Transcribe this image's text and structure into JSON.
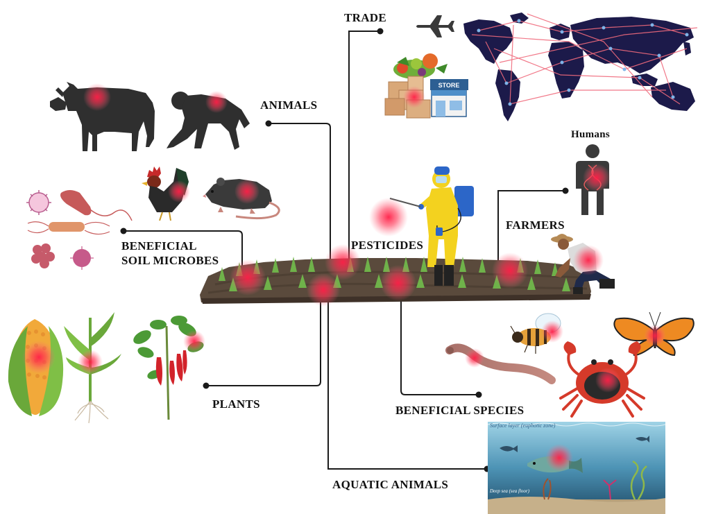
{
  "labels": {
    "trade": "TRADE",
    "animals": "ANIMALS",
    "humans": "Humans",
    "farmers": "FARMERS",
    "pesticides": "PESTICIDES",
    "soil_microbes_line1": "BENEFICIAL",
    "soil_microbes_line2": "SOIL MICROBES",
    "plants": "PLANTS",
    "beneficial_species": "BENEFICIAL SPECIES",
    "aquatic_animals": "AQUATIC ANIMALS",
    "store_sign": "STORE",
    "ocean_surface": "Surface layer (euphotic zone)",
    "ocean_floor": "Deep sea (sea floor)"
  },
  "colors": {
    "contamination_glow": "#ff2a4a",
    "soil": "#5a4a3c",
    "silhouette": "#2f2f2f",
    "map_land": "#1c1a4a",
    "trade_routes": "#f06a7c",
    "suit_yellow": "#f3d21f",
    "ocean": "#5ba7c6",
    "connector_line": "#1a1a1a"
  },
  "icons": [
    "airplane-icon",
    "world-map-icon",
    "produce-boxes-icon",
    "store-icon",
    "cow-icon",
    "monkey-icon",
    "rooster-icon",
    "rat-icon",
    "virus-icon",
    "bacteria-icon",
    "human-dna-icon",
    "sprayer-person-icon",
    "farmer-icon",
    "corn-icon",
    "seedling-icon",
    "pepper-plant-icon",
    "bee-icon",
    "butterfly-icon",
    "earthworm-icon",
    "crab-icon",
    "fish-icon"
  ]
}
